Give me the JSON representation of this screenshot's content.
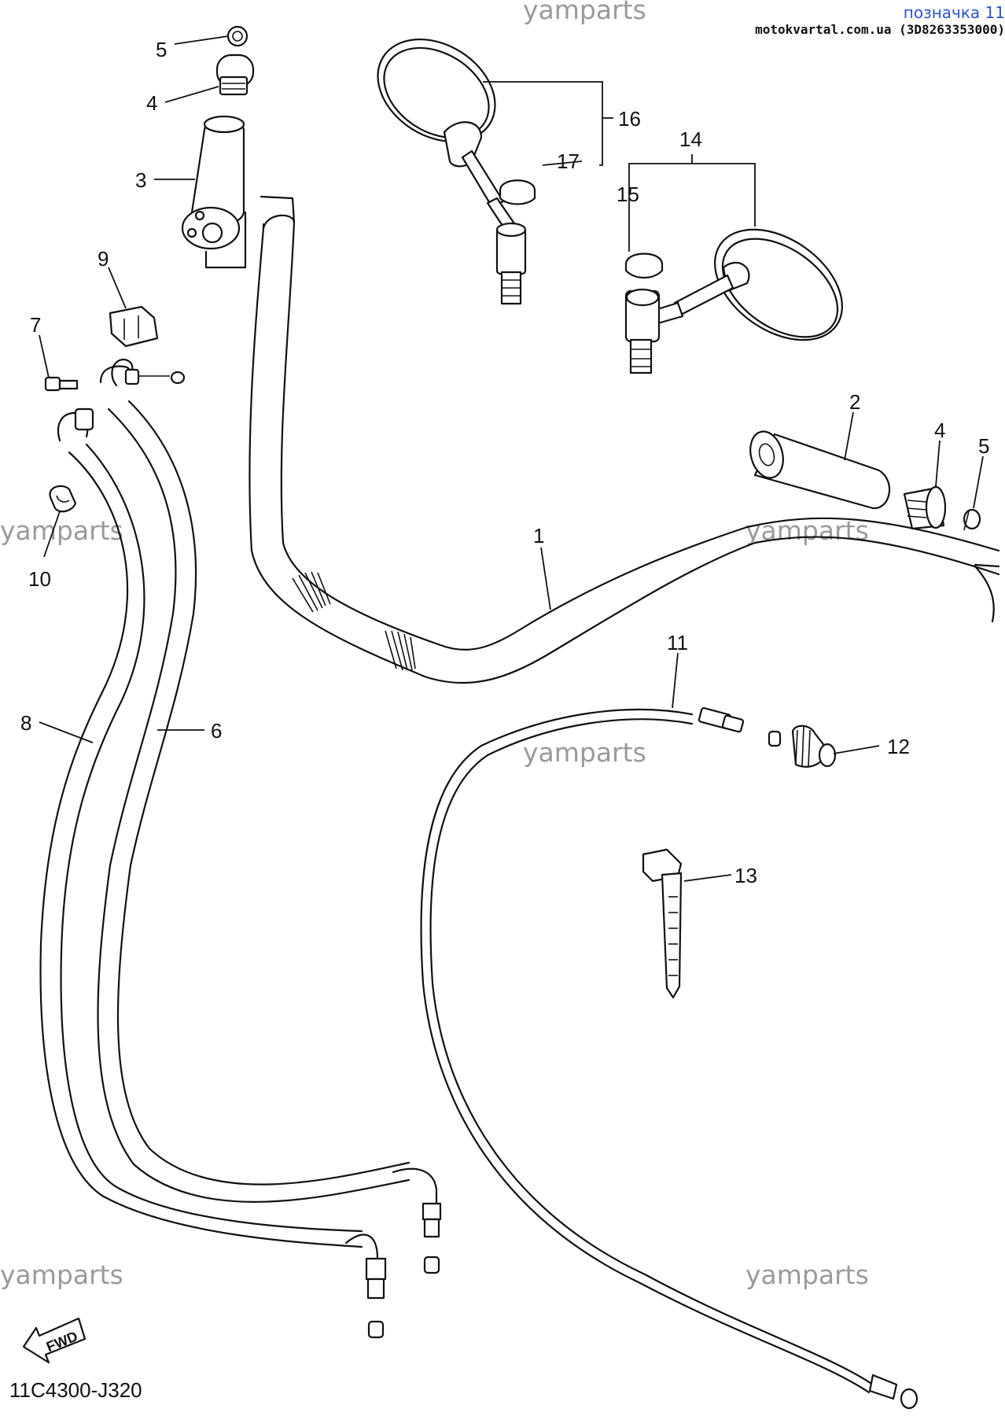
{
  "header": {
    "link_text": "позначка 11",
    "site_text": "motokvartal.com.ua (3D8263353000)"
  },
  "watermark": "yamparts",
  "diagram_code": "11C4300-J320",
  "fwd_label": "FWD",
  "callouts": {
    "c1": "1",
    "c2": "2",
    "c3": "3",
    "c4a": "4",
    "c4b": "4",
    "c5a": "5",
    "c5b": "5",
    "c6": "6",
    "c7": "7",
    "c8": "8",
    "c9": "9",
    "c10": "10",
    "c11": "11",
    "c12": "12",
    "c13": "13",
    "c14": "14",
    "c15": "15",
    "c16": "16",
    "c17": "17"
  }
}
